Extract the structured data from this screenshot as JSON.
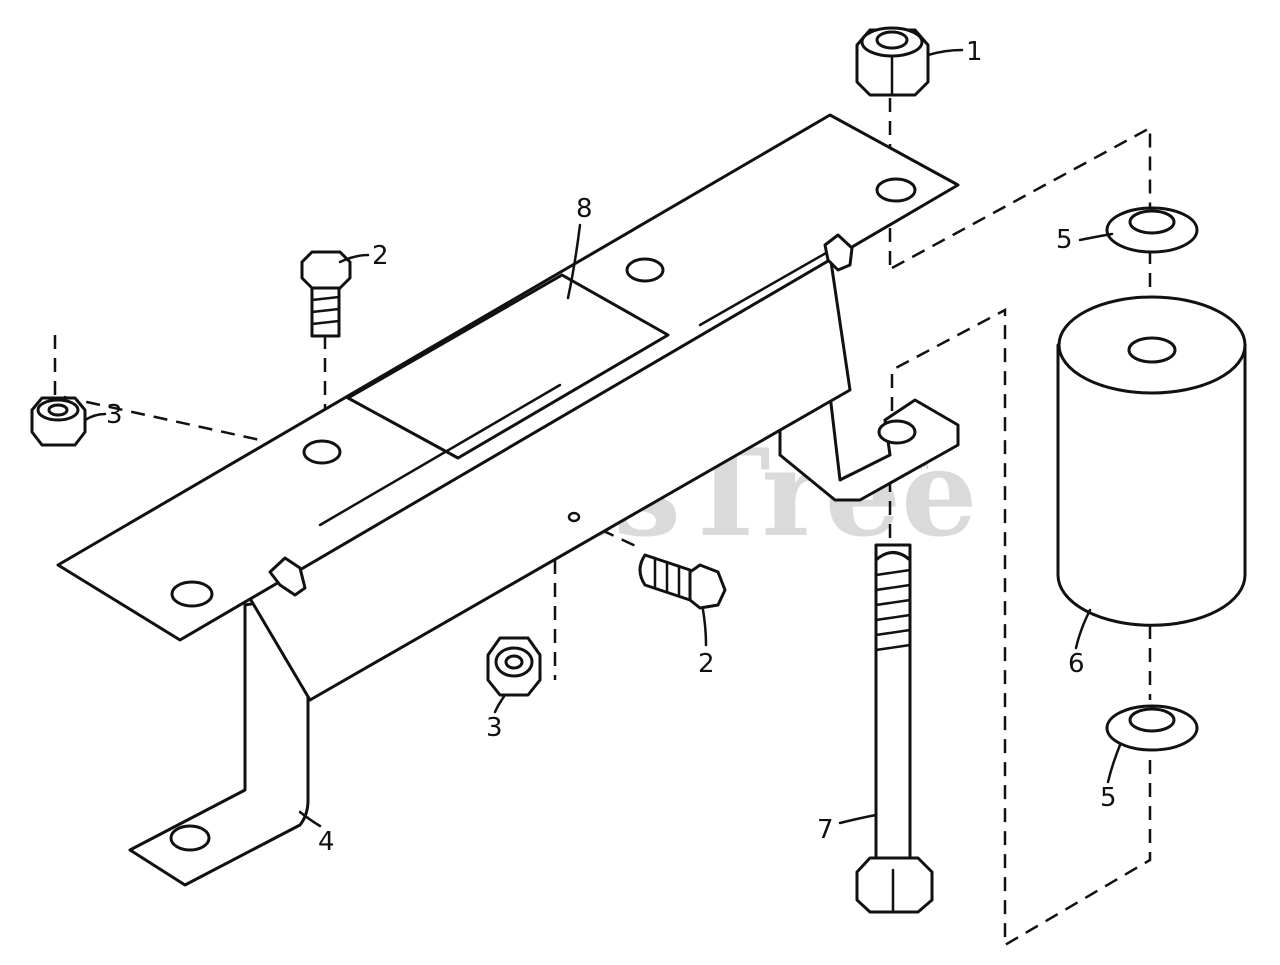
{
  "watermark": {
    "text": "PartsTree",
    "mark": "™"
  },
  "callouts": {
    "c1": "1",
    "c2a": "2",
    "c2b": "2",
    "c3a": "3",
    "c3b": "3",
    "c4": "4",
    "c5a": "5",
    "c5b": "5",
    "c6": "6",
    "c7": "7",
    "c8": "8"
  }
}
